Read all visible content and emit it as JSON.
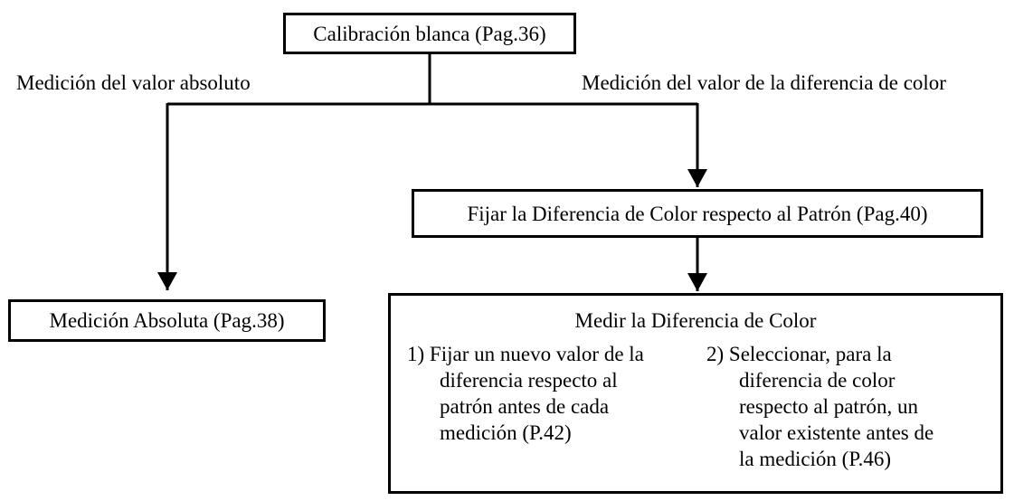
{
  "nodes": {
    "white_calibration": "Calibración blanca (Pag.36)",
    "set_color_difference": "Fijar la Diferencia de Color respecto al Patrón (Pag.40)",
    "absolute_measurement": "Medición Absoluta (Pag.38)",
    "measure_color_difference": {
      "title": "Medir la Diferencia de Color",
      "option_1": {
        "number": "1)",
        "lines": [
          "Fijar un nuevo valor de la",
          "diferencia respecto al",
          "patrón antes de cada",
          "medición (P.42)"
        ]
      },
      "option_2": {
        "number": "2)",
        "lines": [
          "Seleccionar, para la",
          "diferencia de color",
          "respecto al patrón, un",
          "valor existente antes de",
          "la medición (P.46)"
        ]
      }
    }
  },
  "branches": {
    "absolute_value": "Medición del valor absoluto",
    "color_difference_value": "Medición del valor de la diferencia de color"
  }
}
